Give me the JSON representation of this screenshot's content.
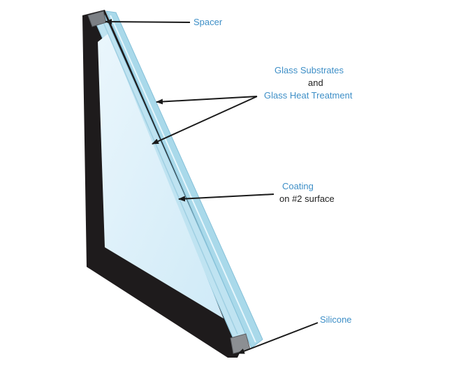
{
  "colors": {
    "label_blue": "#3e8fc7",
    "label_dark": "#222222",
    "frame": "#1e1b1c",
    "glass_edge": "#a9d9ea",
    "glass_face": "#dff1fb",
    "arrow": "#1a1a1a"
  },
  "labels": {
    "spacer": "Spacer",
    "glass_substrates": "Glass Substrates",
    "and": "and",
    "glass_heat_treatment": "Glass Heat Treatment",
    "coating": "Coating",
    "coating_surface": "on #2 surface",
    "silicone": "Silicone"
  }
}
